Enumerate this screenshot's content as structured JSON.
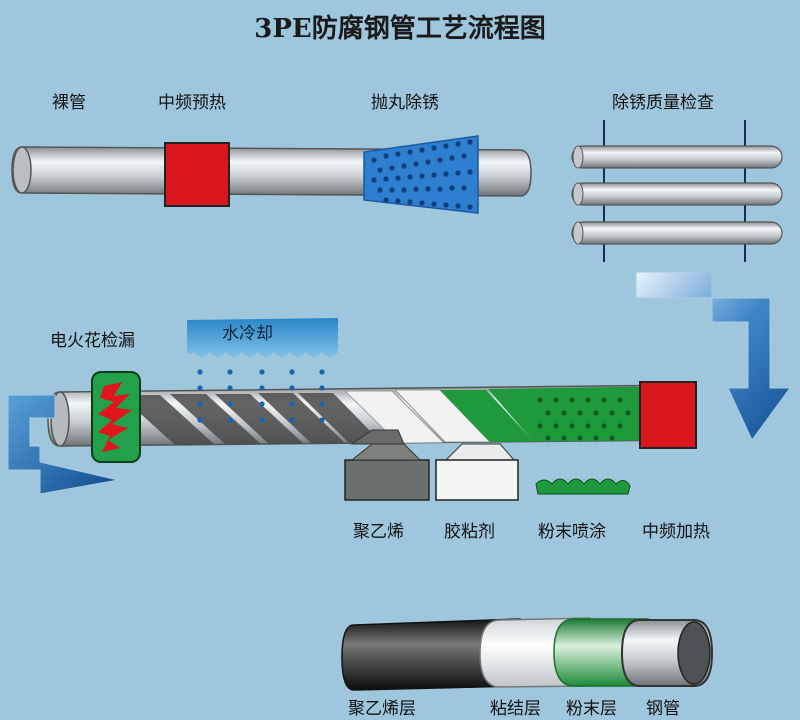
{
  "title": "3PE防腐钢管工艺流程图",
  "steps": {
    "bare_pipe": "裸管",
    "preheat": "中频预热",
    "shot_blast": "抛丸除锈",
    "rust_check": "除锈质量检查",
    "spark_test": "电火花检漏",
    "water_cool": "水冷却",
    "polyethylene": "聚乙烯",
    "adhesive": "胶粘剂",
    "powder_spray": "粉末喷涂",
    "induction_heat": "中频加热"
  },
  "layers": {
    "pe_layer": "聚乙烯层",
    "adhesive_layer": "粘结层",
    "powder_layer": "粉末层",
    "steel_pipe": "钢管"
  },
  "colors": {
    "background": "#9ec7dd",
    "heater_red": "#d9151d",
    "blast_blue": "#2f7fd0",
    "flow_arrow": "#1e64b4",
    "coating_green": "#1e9a3c",
    "pe_black": "#2a2a2a"
  }
}
